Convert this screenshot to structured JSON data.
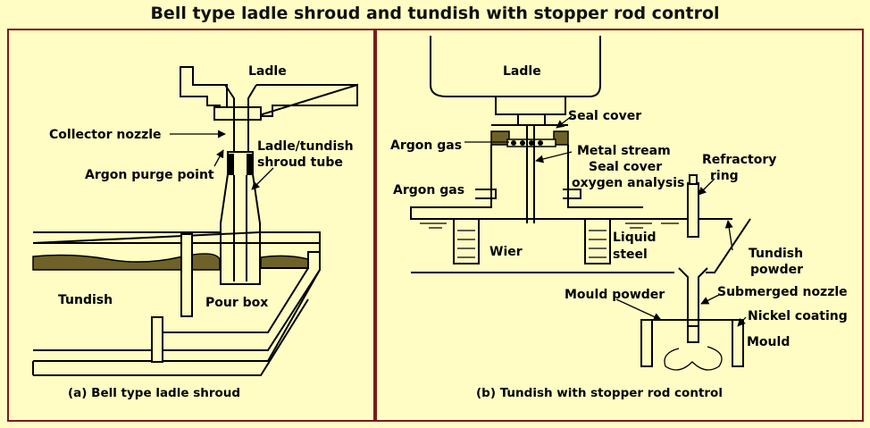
{
  "title": "Bell type ladle shroud and tundish with stopper rod control",
  "left_panel": {
    "caption": "(a) Bell type ladle shroud",
    "labels": {
      "ladle": "Ladle",
      "collector_nozzle": "Collector nozzle",
      "ladle_tundish_1": "Ladle/tundish",
      "ladle_tundish_2": "shroud tube",
      "argon_purge": "Argon purge point",
      "tundish": "Tundish",
      "pour_box": "Pour box"
    }
  },
  "right_panel": {
    "caption": "(b) Tundish with stopper rod control",
    "labels": {
      "ladle": "Ladle",
      "seal_cover": "Seal cover",
      "argon_gas_1": "Argon gas",
      "metal_stream": "Metal stream",
      "seal_cover_2": "Seal cover",
      "oxygen_analysis": "oxygen analysis",
      "refractory_1": "Refractory",
      "refractory_2": "ring",
      "argon_gas_2": "Argon gas",
      "wier": "Wier",
      "liquid_1": "Liquid",
      "liquid_2": "steel",
      "tundish_1": "Tundish",
      "tundish_2": "powder",
      "mould_powder": "Mould powder",
      "submerged_nozzle": "Submerged nozzle",
      "nickel_coating": "Nickel coating",
      "mould": "Mould"
    }
  },
  "colors": {
    "background": "#fffdc4",
    "frame": "#7a1b1b",
    "slag": "#6e6228",
    "ink": "#000000"
  }
}
